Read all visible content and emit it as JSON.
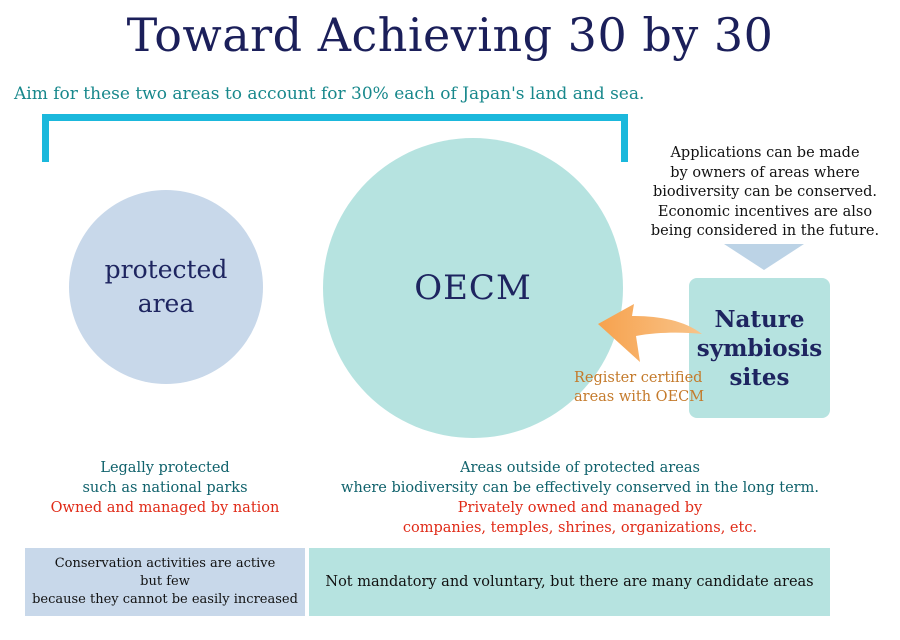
{
  "title": "Toward Achieving 30 by 30",
  "subtitle": "Aim for these two areas to account for 30% each of Japan's land and sea.",
  "protected_area": {
    "label_lines": [
      "protected",
      "area"
    ],
    "description": {
      "teal_lines": [
        "Legally protected",
        "such as national parks"
      ],
      "red_lines": [
        "Owned and managed by nation"
      ]
    },
    "box_lines": [
      "Conservation activities are active",
      "but few",
      "because they cannot be easily increased"
    ]
  },
  "oecm": {
    "label": "OECM",
    "description": {
      "teal_lines": [
        "Areas outside of protected areas",
        "where biodiversity can be effectively conserved in the long term."
      ],
      "red_lines": [
        "Privately owned and managed by",
        "companies, temples, shrines, organizations, etc."
      ]
    },
    "box_text": "Not mandatory and voluntary, but there are many candidate areas"
  },
  "nature_sites": {
    "label_lines": [
      "Nature",
      "symbiosis",
      "sites"
    ],
    "note_lines": [
      "Applications can be made",
      "by owners of areas where",
      "biodiversity can be conserved.",
      "Economic incentives are also",
      "being considered in the future."
    ],
    "register_lines": [
      "Register certified",
      "areas with OECM"
    ]
  },
  "colors": {
    "title": "#1b1f5a",
    "subtitle": "#18888c",
    "bracket": "#1bb8dc",
    "protected_area_fill": "#c8d8ea",
    "oecm_fill": "#b6e3e0",
    "arrow_orange": "#f6a553",
    "arrow_blue": "#bcd3e6",
    "red_text": "#e02a17"
  }
}
